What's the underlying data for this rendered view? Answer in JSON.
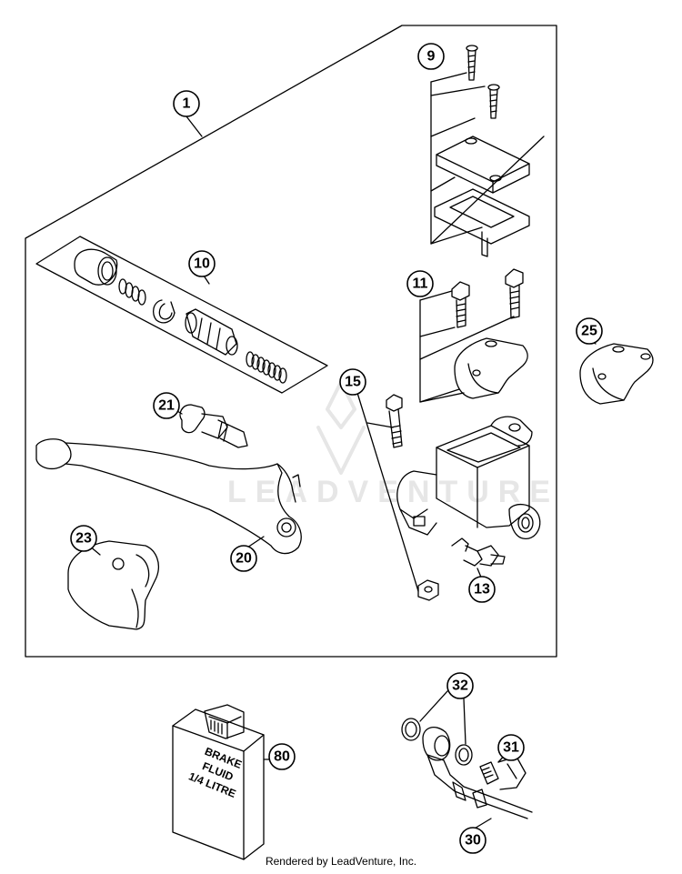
{
  "callouts": {
    "c1": "1",
    "c9": "9",
    "c10": "10",
    "c11": "11",
    "c13": "13",
    "c15": "15",
    "c20": "20",
    "c21": "21",
    "c23": "23",
    "c25": "25",
    "c30": "30",
    "c31": "31",
    "c32": "32",
    "c80": "80"
  },
  "bottle_label": {
    "line1": "BRAKE",
    "line2": "FLUID",
    "line3": "1/4 LITRE"
  },
  "watermark": "LEADVENTURE",
  "caption": "Rendered by LeadVenture, Inc."
}
